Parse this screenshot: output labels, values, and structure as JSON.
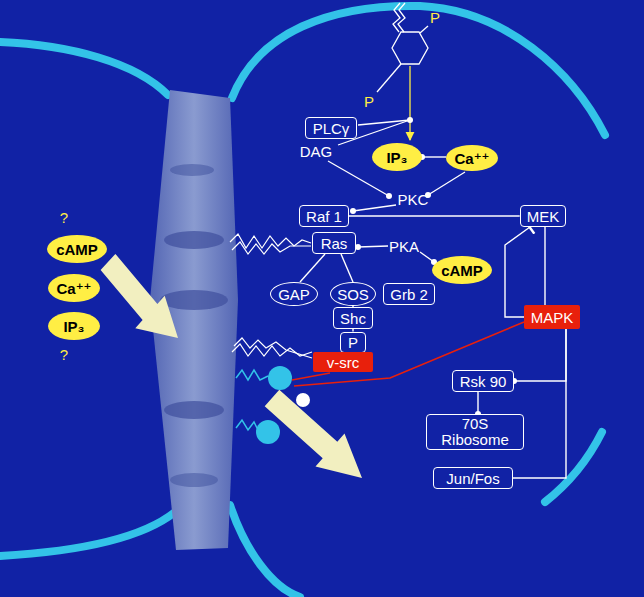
{
  "diagram": {
    "nodes": [
      {
        "text": [
          "PLCγ"
        ]
      },
      {
        "text": [
          "IP₃"
        ]
      },
      {
        "text": [
          "Ca⁺⁺"
        ]
      },
      {
        "text": [
          "Raf 1"
        ]
      },
      {
        "text": [
          "MEK"
        ]
      },
      {
        "text": [
          "Ras"
        ]
      },
      {
        "text": [
          "cAMP"
        ]
      },
      {
        "text": [
          "GAP"
        ]
      },
      {
        "text": [
          "SOS"
        ]
      },
      {
        "text": [
          "Grb 2"
        ]
      },
      {
        "text": [
          "Shc"
        ]
      },
      {
        "text": [
          "MAPK"
        ]
      },
      {
        "text": [
          "P"
        ]
      },
      {
        "text": [
          "v-src"
        ]
      },
      {
        "text": [
          "Rsk 90"
        ]
      },
      {
        "text": [
          "70S Ribosome"
        ]
      },
      {
        "text": [
          "Jun/Fos"
        ]
      },
      {
        "text": [
          "cAMP"
        ]
      },
      {
        "text": [
          "Ca⁺⁺"
        ]
      },
      {
        "text": [
          "IP₃"
        ]
      }
    ],
    "edges": [
      {
        "from": 2,
        "to": 1,
        "arrow": "to"
      },
      {
        "from": 3,
        "to": 4,
        "arrow": "none"
      },
      {
        "from": 4,
        "to": 11,
        "arrow": "none"
      },
      {
        "from": 11,
        "to": 4,
        "arrow": "to"
      },
      {
        "from": 11,
        "to": 14,
        "arrow": "to"
      },
      {
        "from": 11,
        "to": 16,
        "arrow": "none"
      },
      {
        "from": 14,
        "to": 15,
        "arrow": "to"
      },
      {
        "from": 5,
        "to": 7,
        "arrow": "none"
      },
      {
        "from": 5,
        "to": 8,
        "arrow": "none"
      },
      {
        "from": 8,
        "to": 10,
        "arrow": "none"
      },
      {
        "from": 10,
        "to": 12,
        "arrow": "none"
      },
      {
        "from": 12,
        "to": 13,
        "arrow": "none"
      }
    ],
    "labels": [
      "P",
      "P",
      "DAG",
      "PKC",
      "PKA",
      "?",
      "?"
    ]
  }
}
